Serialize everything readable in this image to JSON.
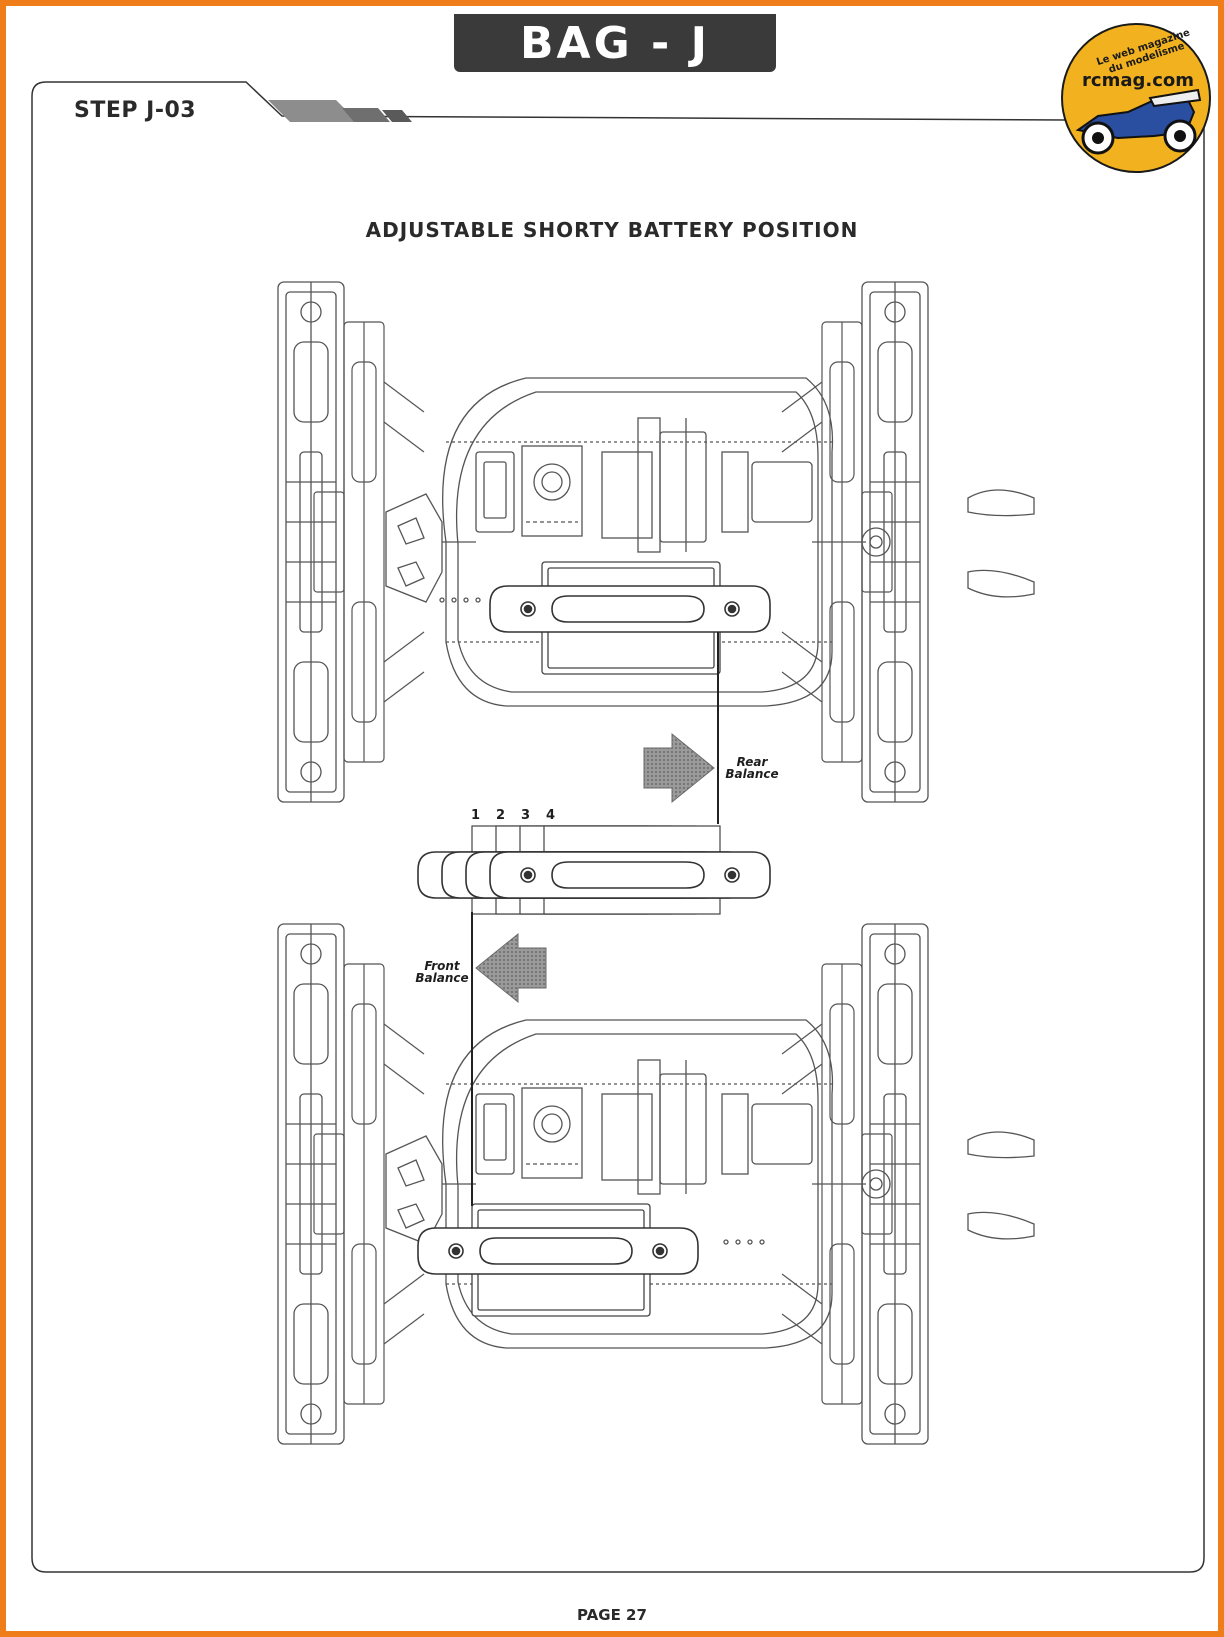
{
  "header": {
    "bag_title": "BAG - J",
    "step": "STEP J-03",
    "section_title": "ADJUSTABLE SHORTY BATTERY POSITION"
  },
  "logo": {
    "tagline": "Le web magazine du modelisme",
    "site": "rcmag.com"
  },
  "diagram": {
    "rear_label": [
      "Rear",
      "Balance"
    ],
    "front_label": [
      "Front",
      "Balance"
    ],
    "positions": [
      "1",
      "2",
      "3",
      "4"
    ]
  },
  "footer": {
    "page": "PAGE 27"
  },
  "colors": {
    "border": "#ef7d1a",
    "tab": "#3a3a3a",
    "arrow": "#8a8a8a",
    "logo_badge": "#f2b21f"
  }
}
